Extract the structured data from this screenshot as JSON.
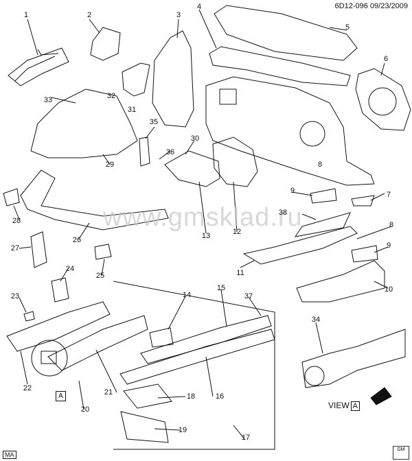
{
  "header": {
    "code": "6D12-096",
    "date": "09/23/2009"
  },
  "watermark": "www.gmsklad.ru",
  "corner_tag": "MA",
  "view": {
    "text": "VIEW",
    "letter": "A"
  },
  "detail_marker": "A",
  "callouts": [
    "1",
    "2",
    "3",
    "4",
    "5",
    "6",
    "7",
    "8",
    "8",
    "9",
    "9",
    "10",
    "11",
    "12",
    "13",
    "14",
    "15",
    "16",
    "17",
    "18",
    "19",
    "20",
    "21",
    "22",
    "23",
    "24",
    "25",
    "26",
    "27",
    "28",
    "29",
    "30",
    "31",
    "32",
    "33",
    "34",
    "35",
    "36",
    "37",
    "38"
  ]
}
